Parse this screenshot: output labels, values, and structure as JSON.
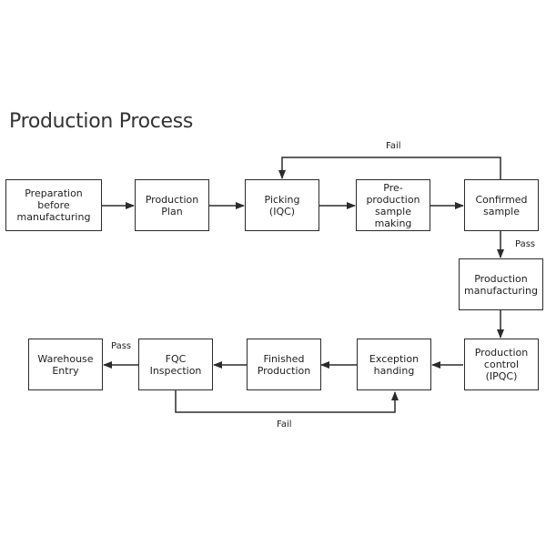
{
  "title": "Production Process",
  "nodes": {
    "preparation": "Preparation\nbefore\nmanufacturing",
    "production_plan": "Production\nPlan",
    "picking": "Picking\n(IQC)",
    "pre_production": "Pre-\nproduction\nsample\nmaking",
    "confirmed_sample": "Confirmed\nsample",
    "production_manufacturing": "Production\nmanufacturing",
    "production_control": "Production\ncontrol\n(IPQC)",
    "exception_handing": "Exception\nhanding",
    "finished_production": "Finished\nProduction",
    "fqc_inspection": "FQC\nInspection",
    "warehouse_entry": "Warehouse\nEntry"
  },
  "edge_labels": {
    "fail_top": "Fail",
    "pass_right": "Pass",
    "pass_bottom": "Pass",
    "fail_bottom": "Fail"
  },
  "colors": {
    "line": "#2b2b2b",
    "title": "#333333"
  }
}
